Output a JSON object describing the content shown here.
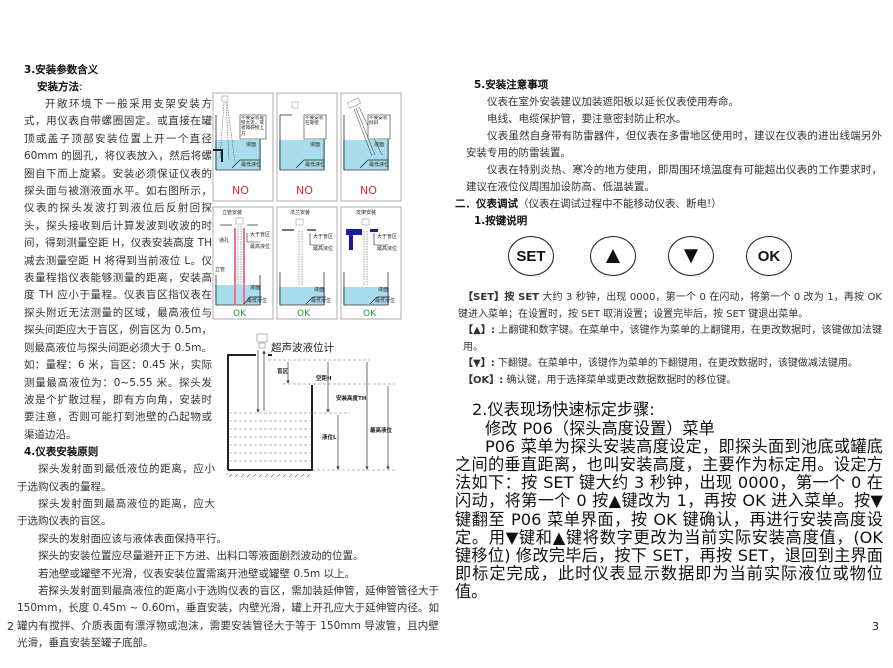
{
  "left_page": {
    "section3_title": "3.安装参数含义",
    "install_method_title": "安装方法",
    "install_method_colon": ":",
    "install_paragraph": "开敞环境下一般采用支架安装方式，用仪表自带螺圈固定。或直接在罐顶或盖子顶部安装位置上开一个直径 60mm 的圆孔，将仪表放入，然后将螺圈自下而上旋紧。安装必须保证仪表的探头面与被测液面水平。如右图所示，仪表的探头发波打到液位后反射回探头，探头接收到后计算发波到收波的时间，得到测量空距 H，仪表安装高度 TH 减去测量空距 H 将得到当前液位 L。仪表量程指仪表能够测量的距离，安装高度 TH 应小于量程。仪表盲区指仪表在探头附近无法测量的区域，最高液位与探头间距应大于盲区，例盲区为 0.5m，则最高液位与探头间距必须大于 0.5m。如：量程：6 米，盲区：0.45 米，实际测量最高液位为：0~5.55 米。探头发波是个扩散过程，即有方向角，安装时要注意，否则可能打到池壁的凸起物或渠道边沿。",
    "section4_title": "4.仪表安装原则",
    "principles": [
      "探头发射面到最低液位的距离，应小于选购仪表的量程。",
      "探头发射面到最高液位的距离，应大于选购仪表的盲区。",
      "探头的发射面应该与液体表面保持平行。",
      "探头的安装位置应尽量避开正下方进、出料口等液面剧烈波动的位置。",
      "若池壁或罐壁不光滑，仪表安装位置需离开池壁或罐壁 0.5m 以上。",
      "若探头发射面到最高液位的距离小于选购仪表的盲区，需加装延伸管，延伸管管径大于 150mm，长度 0.45m ~ 0.60m，垂直安装，内壁光滑，罐上开孔应大于延伸管内径。如罐内有搅拌、介质表面有漂浮物或泡沫，需要安装管径大于等于 150mm 导波管，且内壁光滑，垂直安装至罐子底部。"
    ],
    "page_number": "2"
  },
  "install_figure": {
    "panels": [
      {
        "note": "不要安装靠壁太近，或者障碍物上方",
        "surface": "液面",
        "low_level": "最低液位",
        "result": "NO"
      },
      {
        "note": "不要安装在靠壁",
        "surface": "液面",
        "low_level": "最低液位",
        "result": "NO"
      },
      {
        "note": "不要安装倾斜",
        "surface": "液面",
        "low_level": "最低液位",
        "result": "NO"
      },
      {
        "title": "立管安装",
        "through_hole": "通孔",
        "pipe": "立管",
        "blind": "大于盲区",
        "high_level": "最高液位",
        "surface": "液面",
        "low_level": "最低液位",
        "result": "OK"
      },
      {
        "title": "法兰安装",
        "blind": "大于盲区",
        "high_level": "最高液位",
        "surface": "液面",
        "low_level": "最低液位",
        "result": "OK"
      },
      {
        "title": "支架安装",
        "blind": "大于盲区",
        "high_level": "最高液位",
        "surface": "液面",
        "low_level": "最低液位",
        "result": "OK"
      }
    ],
    "colors": {
      "water": "#a9dcec",
      "no": "#d9302c",
      "ok": "#1f9a3f",
      "bracket": "#1a1aa0",
      "pipe": "#e8738a"
    }
  },
  "level_diagram": {
    "title": "超声波液位计",
    "blind_zone": "盲区",
    "empty_distance": "空距H",
    "install_height": "安装高度TH",
    "level": "液位L",
    "max_level": "最高液位"
  },
  "right_page": {
    "section5_title": "5.安装注意事项",
    "notes": [
      "仪表在室外安装建议加装遮阳板以延长仪表使用寿命。",
      "电线、电缆保护管，要注意密封防止积水。",
      "仪表虽然自身带有防雷器件，但仪表在多雷地区使用时，建议在仪表的进出线端另外安装专用的防雷装置。",
      "仪表在特别炎热、寒冷的地方使用，即周围环境温度有可能超出仪表的工作要求时，建议在液位仪周围加设防高、低温装置。"
    ],
    "chapter2_title": "二．仪表调试",
    "chapter2_note": "（仪表在调试过程中不能移动仪表、断电!）",
    "keys_title": "1.按键说明",
    "keys": [
      {
        "name": "set",
        "label": "SET"
      },
      {
        "name": "up",
        "label": "▲"
      },
      {
        "name": "down",
        "label": "▼"
      },
      {
        "name": "ok",
        "label": "OK"
      }
    ],
    "key_descriptions": [
      {
        "tag": "【SET】按 SET",
        "text": "大约 3 秒钟，出现 0000，第一个 0 在闪动，将第一个 0 改为 1，再按 OK 键进入菜单；在设置时，按 SET 取消设置；设置完毕后，按 SET 键退出菜单。"
      },
      {
        "tag": "【▲】:",
        "text": "上翻键和数字键。在菜单中，该键作为菜单的上翻键用，在更改数据时，该键做加法键用。"
      },
      {
        "tag": "【▼】:",
        "text": "下翻键。在菜单中，该键作为菜单的下翻键用，在更改数据时，该键做减法键用。"
      },
      {
        "tag": "【OK】:",
        "text": "确认键，用于选择菜单或更改数据数据时的移位键。"
      }
    ],
    "calib_title": "2.仪表现场快速标定步骤:",
    "calib_subtitle": "修改 P06（探头高度设置）菜单",
    "calib_paragraph": "P06 菜单为探头安装高度设定，即探头面到池底或罐底之间的垂直距离，也叫安装高度，主要作为标定用。设定方法如下：按 SET 键大约 3 秒钟，出现 0000，第一个 0 在闪动，将第一个 0 按▲键改为 1，再按 OK 进入菜单。按▼键翻至 P06 菜单界面，按 OK 键确认，再进行安装高度设定。用▼键和▲键将数字更改为当前实际安装高度值，(OK 键移位) 修改完毕后，按下 SET，再按 SET，退回到主界面即标定完成，此时仪表显示数据即为当前实际液位或物位值。",
    "page_number": "3"
  }
}
